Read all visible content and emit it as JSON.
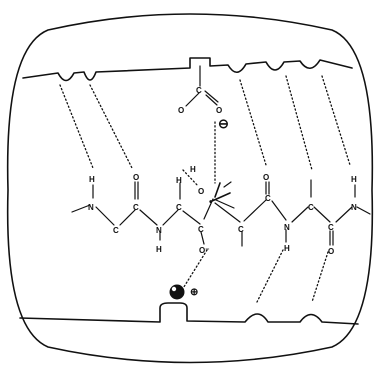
{
  "atoms": {
    "carbon": "C",
    "nitrogen": "N",
    "oxygen": "O",
    "hydrogen": "H"
  },
  "symbols": {
    "oxyanion": "O⁻",
    "carboxylate_charge": "⊖",
    "cation_charge": "⊕",
    "ring_center": "•"
  }
}
